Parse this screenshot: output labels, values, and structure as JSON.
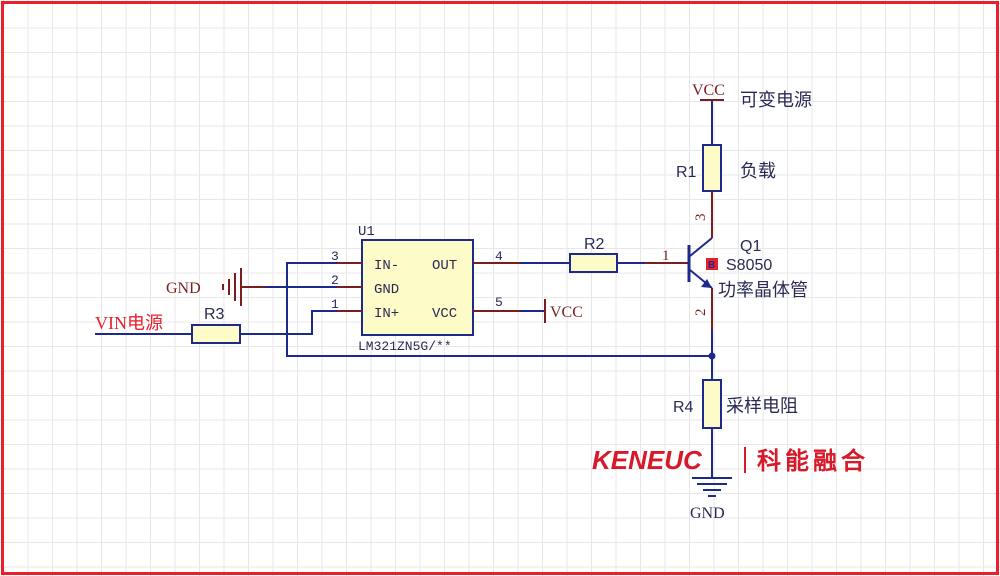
{
  "u1": {
    "ref": "U1",
    "part": "LM321ZN5G/**",
    "pin_in_minus_label": "IN-",
    "pin_gnd_label": "GND",
    "pin_in_plus_label": "IN+",
    "pin_out_label": "OUT",
    "pin_vcc_label": "VCC",
    "pin_num_3": "3",
    "pin_num_2": "2",
    "pin_num_1": "1",
    "pin_num_4": "4",
    "pin_num_5": "5"
  },
  "q1": {
    "ref": "Q1",
    "part": "S8050",
    "desc": "功率晶体管",
    "pin_base": "1",
    "pin_emitter": "2",
    "pin_collector": "3",
    "body_mark": "B"
  },
  "r1": {
    "ref": "R1",
    "desc": "负载"
  },
  "r2": {
    "ref": "R2"
  },
  "r3": {
    "ref": "R3"
  },
  "r4": {
    "ref": "R4",
    "desc": "采样电阻"
  },
  "power": {
    "vcc_top": "VCC",
    "vcc_top_desc": "可变电源",
    "vcc_u1": "VCC",
    "gnd_left": "GND",
    "gnd_bottom": "GND"
  },
  "input": {
    "label": "VIN电源"
  },
  "brand": {
    "logo_text": "KENEUC",
    "name": "科能融合"
  },
  "colors": {
    "wire": "#1e2a8a",
    "pin": "#7a1f1f",
    "border": "#e8202c",
    "component_fill": "#fdfbc8",
    "brand": "#d7192a"
  }
}
